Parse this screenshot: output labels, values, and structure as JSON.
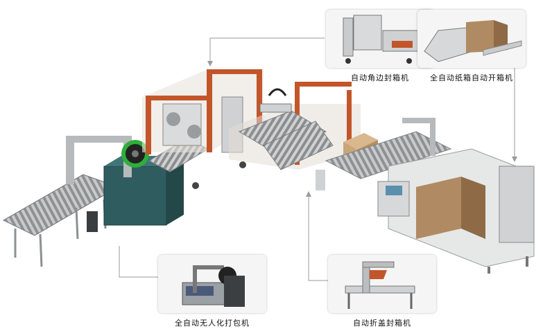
{
  "callouts": {
    "corner_sealer": {
      "label": "自动角边封箱机",
      "icon": "corner-edge-sealer-icon"
    },
    "carton_erector": {
      "label": "全自动纸箱自动开箱机",
      "icon": "carton-erector-icon"
    },
    "strapping_machine": {
      "label": "全自动无人化打包机",
      "icon": "strapping-machine-icon"
    },
    "fold_sealer": {
      "label": "自动折盖封箱机",
      "icon": "flap-fold-sealer-icon"
    }
  },
  "colors": {
    "frame_orange": "#c2562a",
    "steel": "#a9acae",
    "teal_machine": "#2f5d5f",
    "carton": "#c9a57a",
    "leader_line": "#9a9a9a",
    "strap_green": "#2fae3a"
  }
}
